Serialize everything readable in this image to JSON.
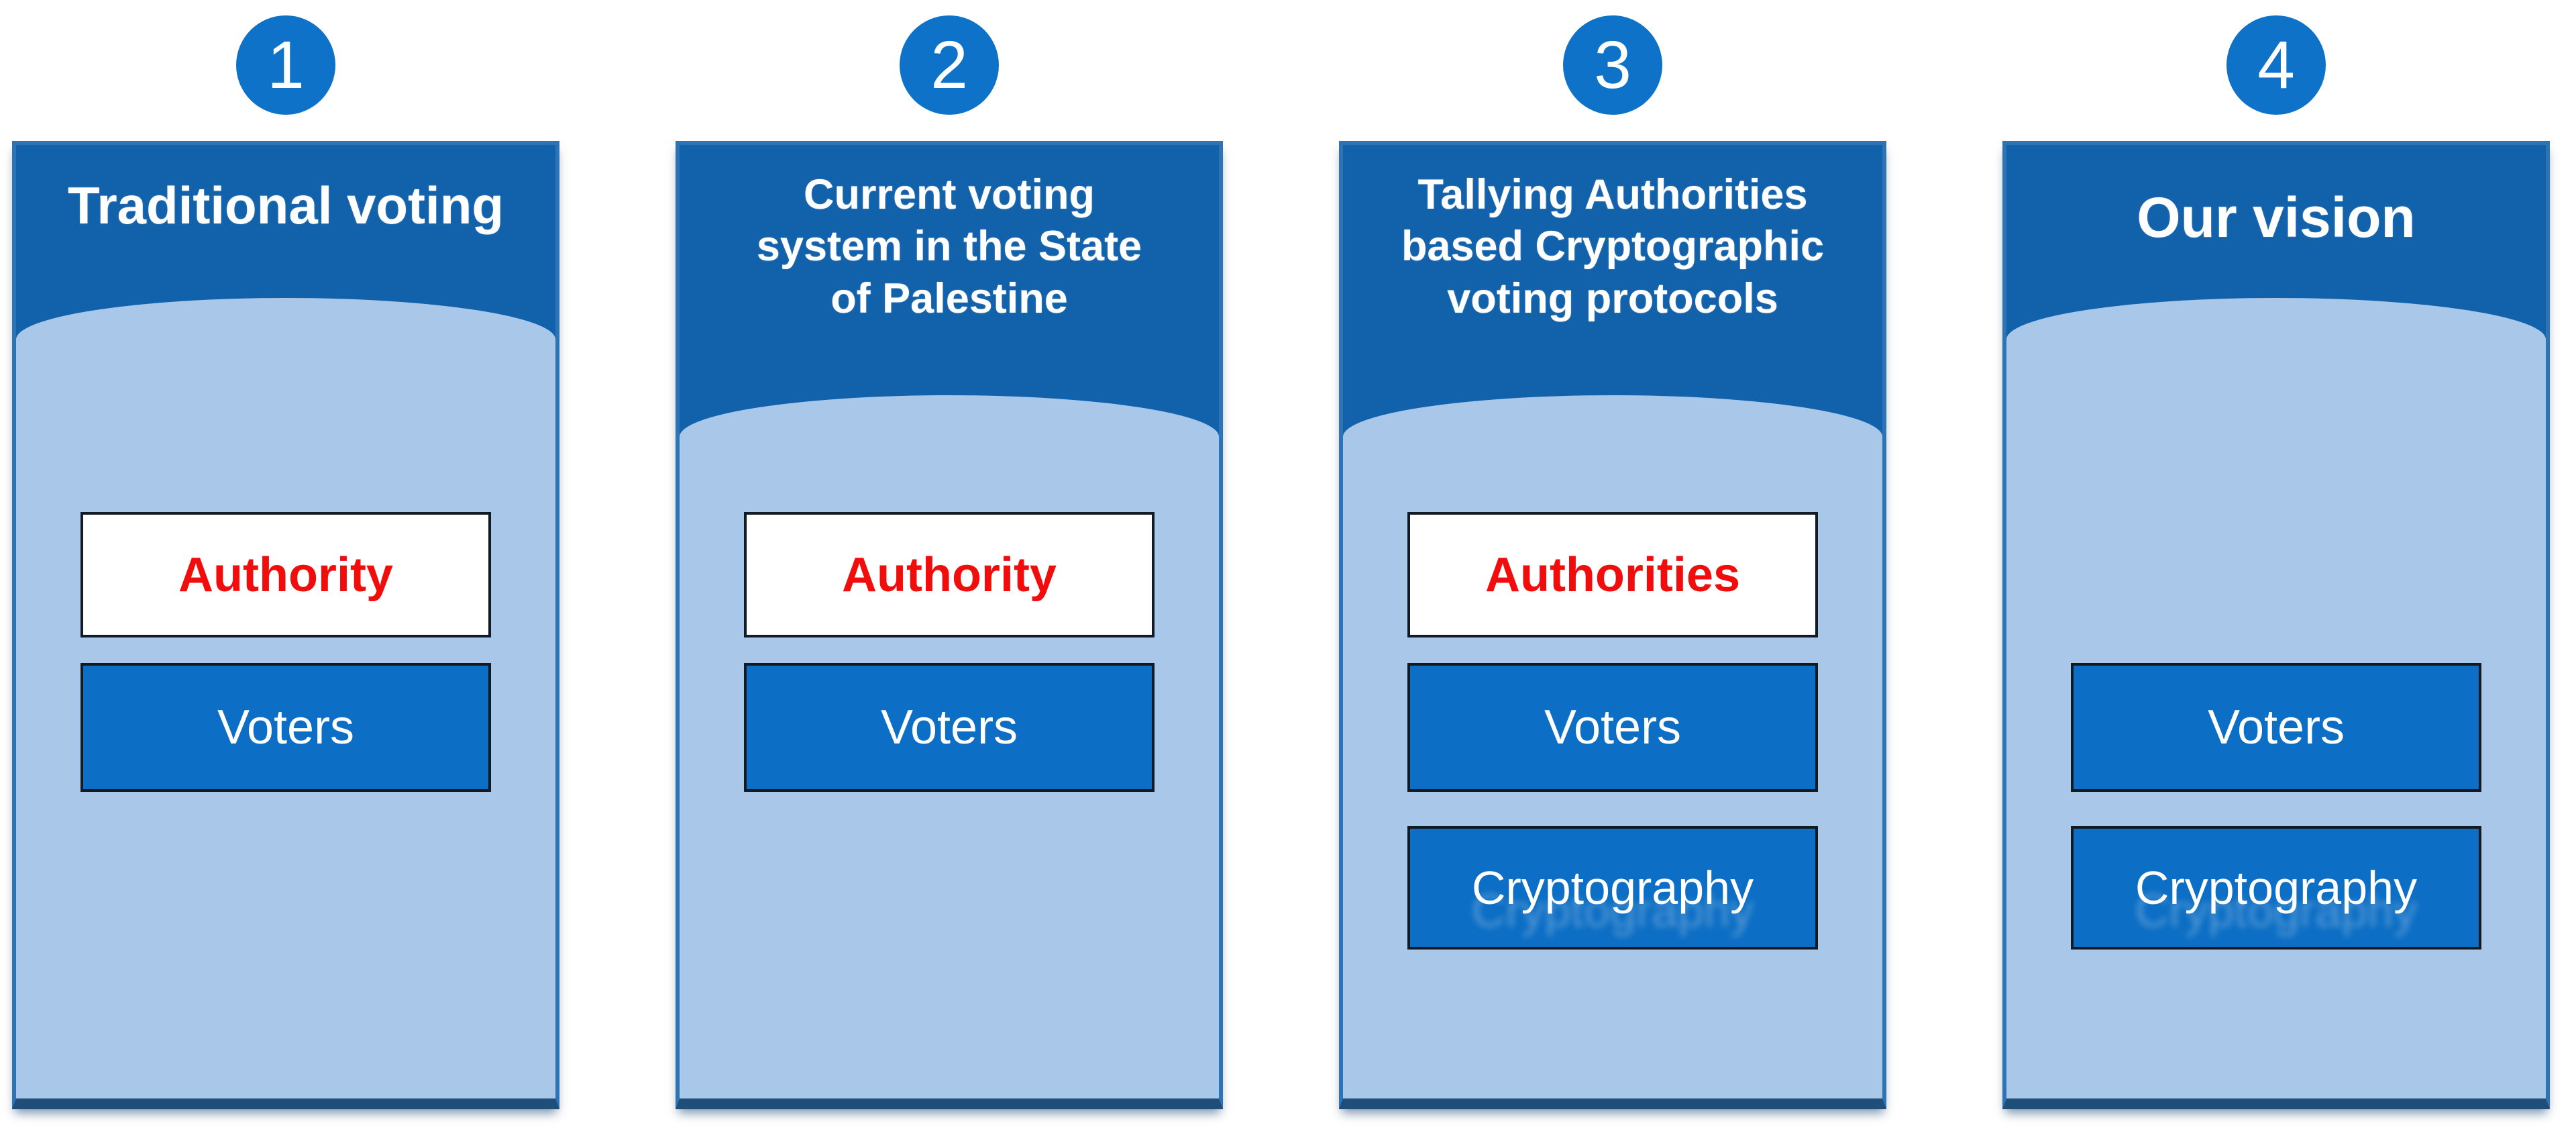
{
  "figure_title": "Evolution of voting systems comparison diagram",
  "colors": {
    "header": "#1261AB",
    "light": "#A9C7E9",
    "box": "#0C6EC4",
    "circle": "#0E72C8",
    "border": "#2E74B5",
    "border_dark": "#1F4E79",
    "red": "#F20D0D",
    "boxborder": "#121A24"
  },
  "columns": [
    {
      "number": "1",
      "title": "Traditional voting",
      "title_lines": [
        "Traditional voting"
      ],
      "boxes": {
        "authority": "Authority",
        "voters": "Voters"
      }
    },
    {
      "number": "2",
      "title": "Current voting system in the State of Palestine",
      "title_lines": [
        "Current voting",
        "system in the State",
        "of Palestine"
      ],
      "boxes": {
        "authority": "Authority",
        "voters": "Voters"
      }
    },
    {
      "number": "3",
      "title": "Tallying Authorities based Cryptographic voting protocols",
      "title_lines": [
        "Tallying Authorities",
        "based Cryptographic",
        "voting protocols"
      ],
      "boxes": {
        "authority": "Authorities",
        "voters": "Voters",
        "cryptography": "Cryptography"
      }
    },
    {
      "number": "4",
      "title": "Our vision",
      "title_lines": [
        "Our vision"
      ],
      "boxes": {
        "voters": "Voters",
        "cryptography": "Cryptography"
      }
    }
  ]
}
